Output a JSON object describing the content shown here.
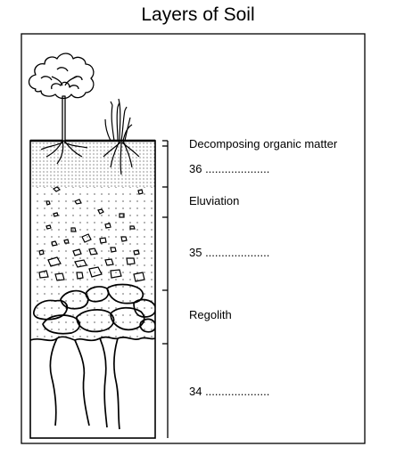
{
  "title": "Layers of Soil",
  "labels": {
    "organic": "Decomposing organic matter",
    "q36": "36 ....................",
    "eluviation": "Eluviation",
    "q35": "35 ....................",
    "regolith": "Regolith",
    "q34": "34 ...................."
  }
}
